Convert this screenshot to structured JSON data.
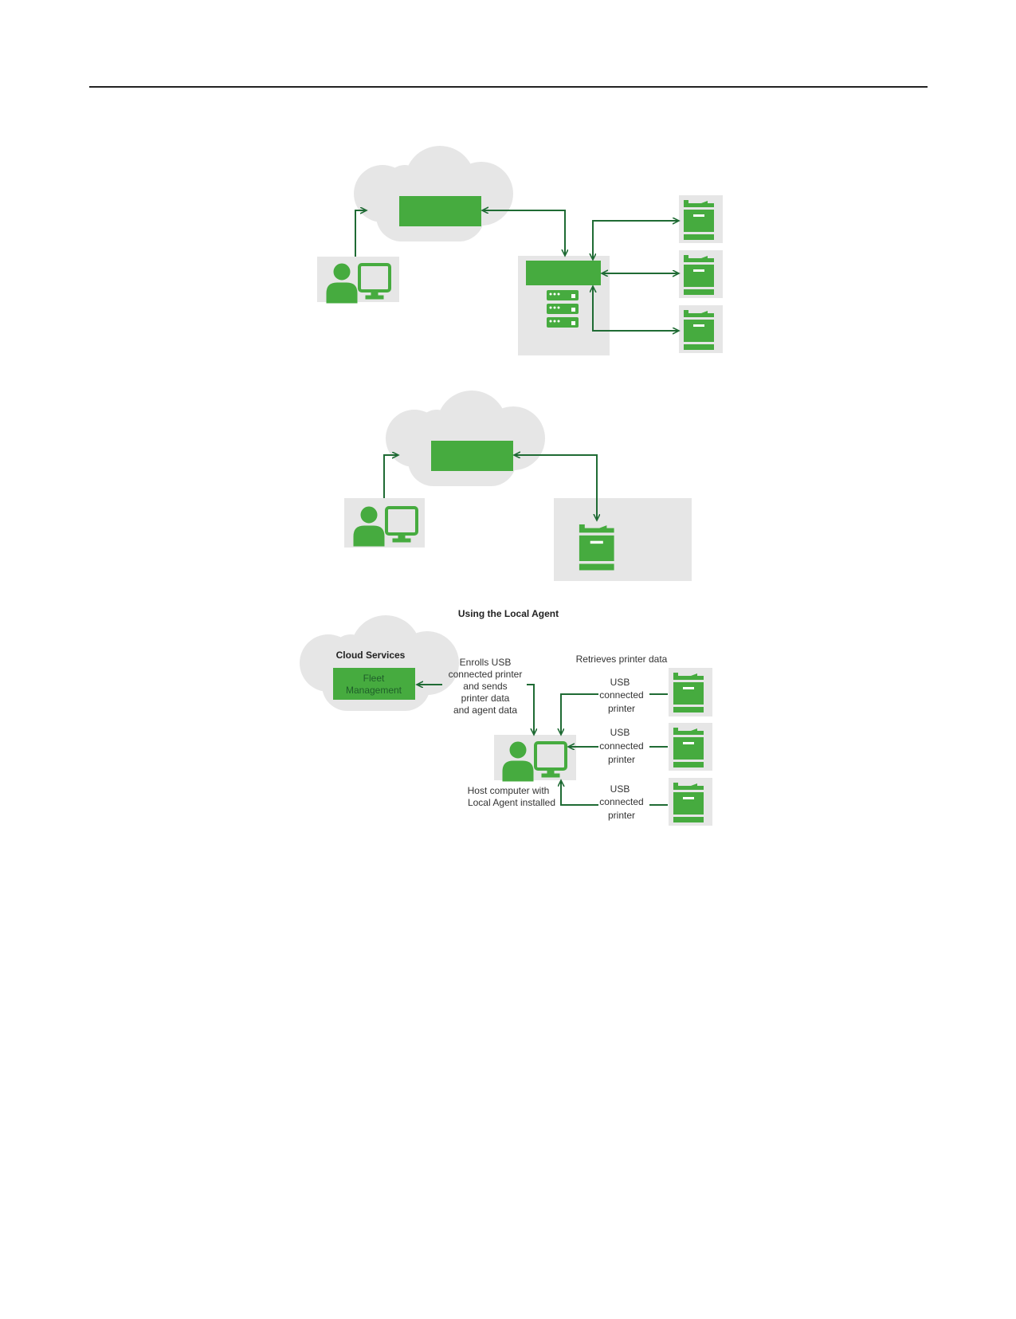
{
  "colors": {
    "green": "#46ab3f",
    "arrow": "#1f6b34",
    "panel": "#e6e6e6",
    "rule": "#222222"
  },
  "icons": [
    "user-computer-icon",
    "server-icon",
    "printer-icon",
    "cloud-shape"
  ],
  "diagram3": {
    "title": "Using the Local Agent",
    "cloud_label": "Cloud Services",
    "box_label_line1": "Fleet",
    "box_label_line2": "Management",
    "enroll_lines": [
      "Enrolls USB",
      "connected printer",
      "and sends",
      "printer data",
      "and agent data"
    ],
    "retrieves_label": "Retrieves printer data",
    "host_lines": [
      "Host computer with",
      "Local Agent installed"
    ],
    "printers": [
      {
        "lines": [
          "USB",
          "connected",
          "printer"
        ]
      },
      {
        "lines": [
          "USB",
          "connected",
          "printer"
        ]
      },
      {
        "lines": [
          "USB",
          "connected",
          "printer"
        ]
      }
    ]
  }
}
